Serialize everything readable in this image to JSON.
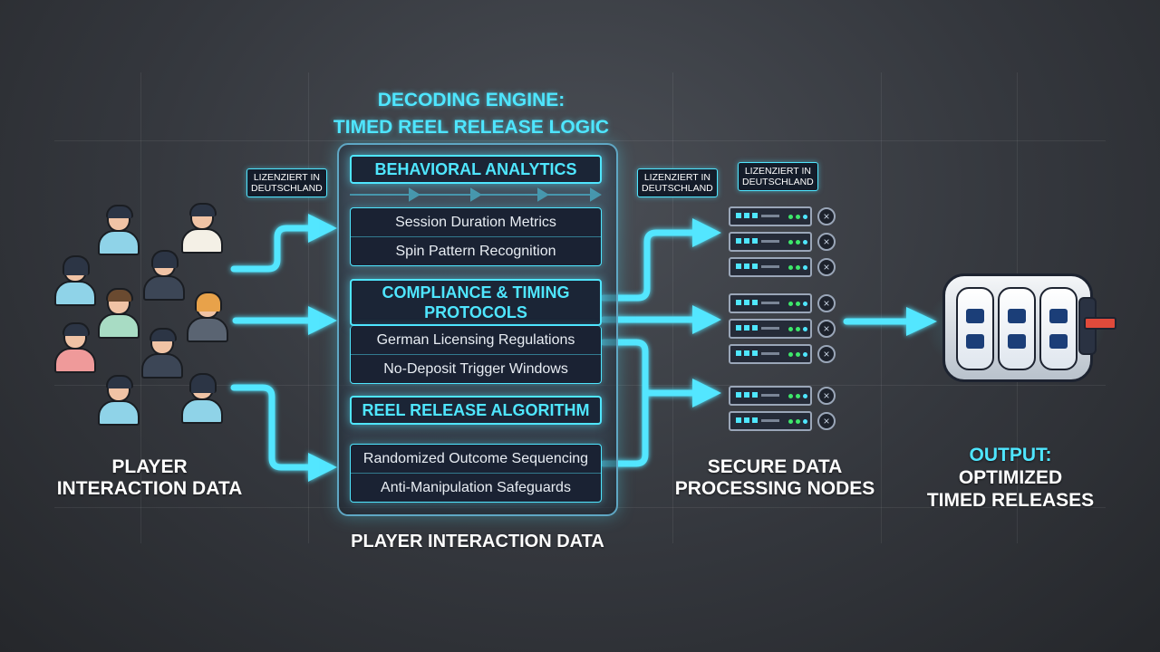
{
  "diagram": {
    "title": [
      "DECODING ENGINE:",
      "TIMED REEL RELEASE LOGIC"
    ],
    "sections": [
      {
        "heading": [
          "BEHAVIORAL ANALYTICS"
        ],
        "items": [
          "Session Duration Metrics",
          "Spin Pattern Recognition"
        ]
      },
      {
        "heading": [
          "COMPLIANCE & TIMING",
          "PROTOCOLS"
        ],
        "items": [
          "German Licensing Regulations",
          "No-Deposit Trigger Windows"
        ]
      },
      {
        "heading": [
          "REEL RELEASE ALGORITHM"
        ],
        "items": [
          "Randomized Outcome Sequencing",
          "Anti-Manipulation Safeguards"
        ]
      }
    ],
    "engine_footer": "PLAYER INTERACTION DATA",
    "badges": [
      [
        "LIZENZIERT IN",
        "DEUTSCHLAND"
      ],
      [
        "LIZENZIERT IN",
        "DEUTSCHLAND"
      ],
      [
        "LIZENZIERT IN",
        "DEUTSCHLAND"
      ]
    ],
    "input_label": [
      "PLAYER",
      "INTERACTION DATA"
    ],
    "nodes_label": [
      "SECURE DATA",
      "PROCESSING NODES"
    ],
    "output_label": [
      "OUTPUT:",
      "OPTIMIZED",
      "TIMED RELEASES"
    ]
  },
  "colors": {
    "accent": "#4fe6ff",
    "background": "#36393f",
    "panel": "#1a2233",
    "server_led_green": "#3ee86b",
    "server_led_red": "#ff4b4b",
    "lever": "#e04a3b"
  },
  "icons": [
    "person-icon",
    "server-icon",
    "slot-reel-icon",
    "arrow-icon"
  ]
}
